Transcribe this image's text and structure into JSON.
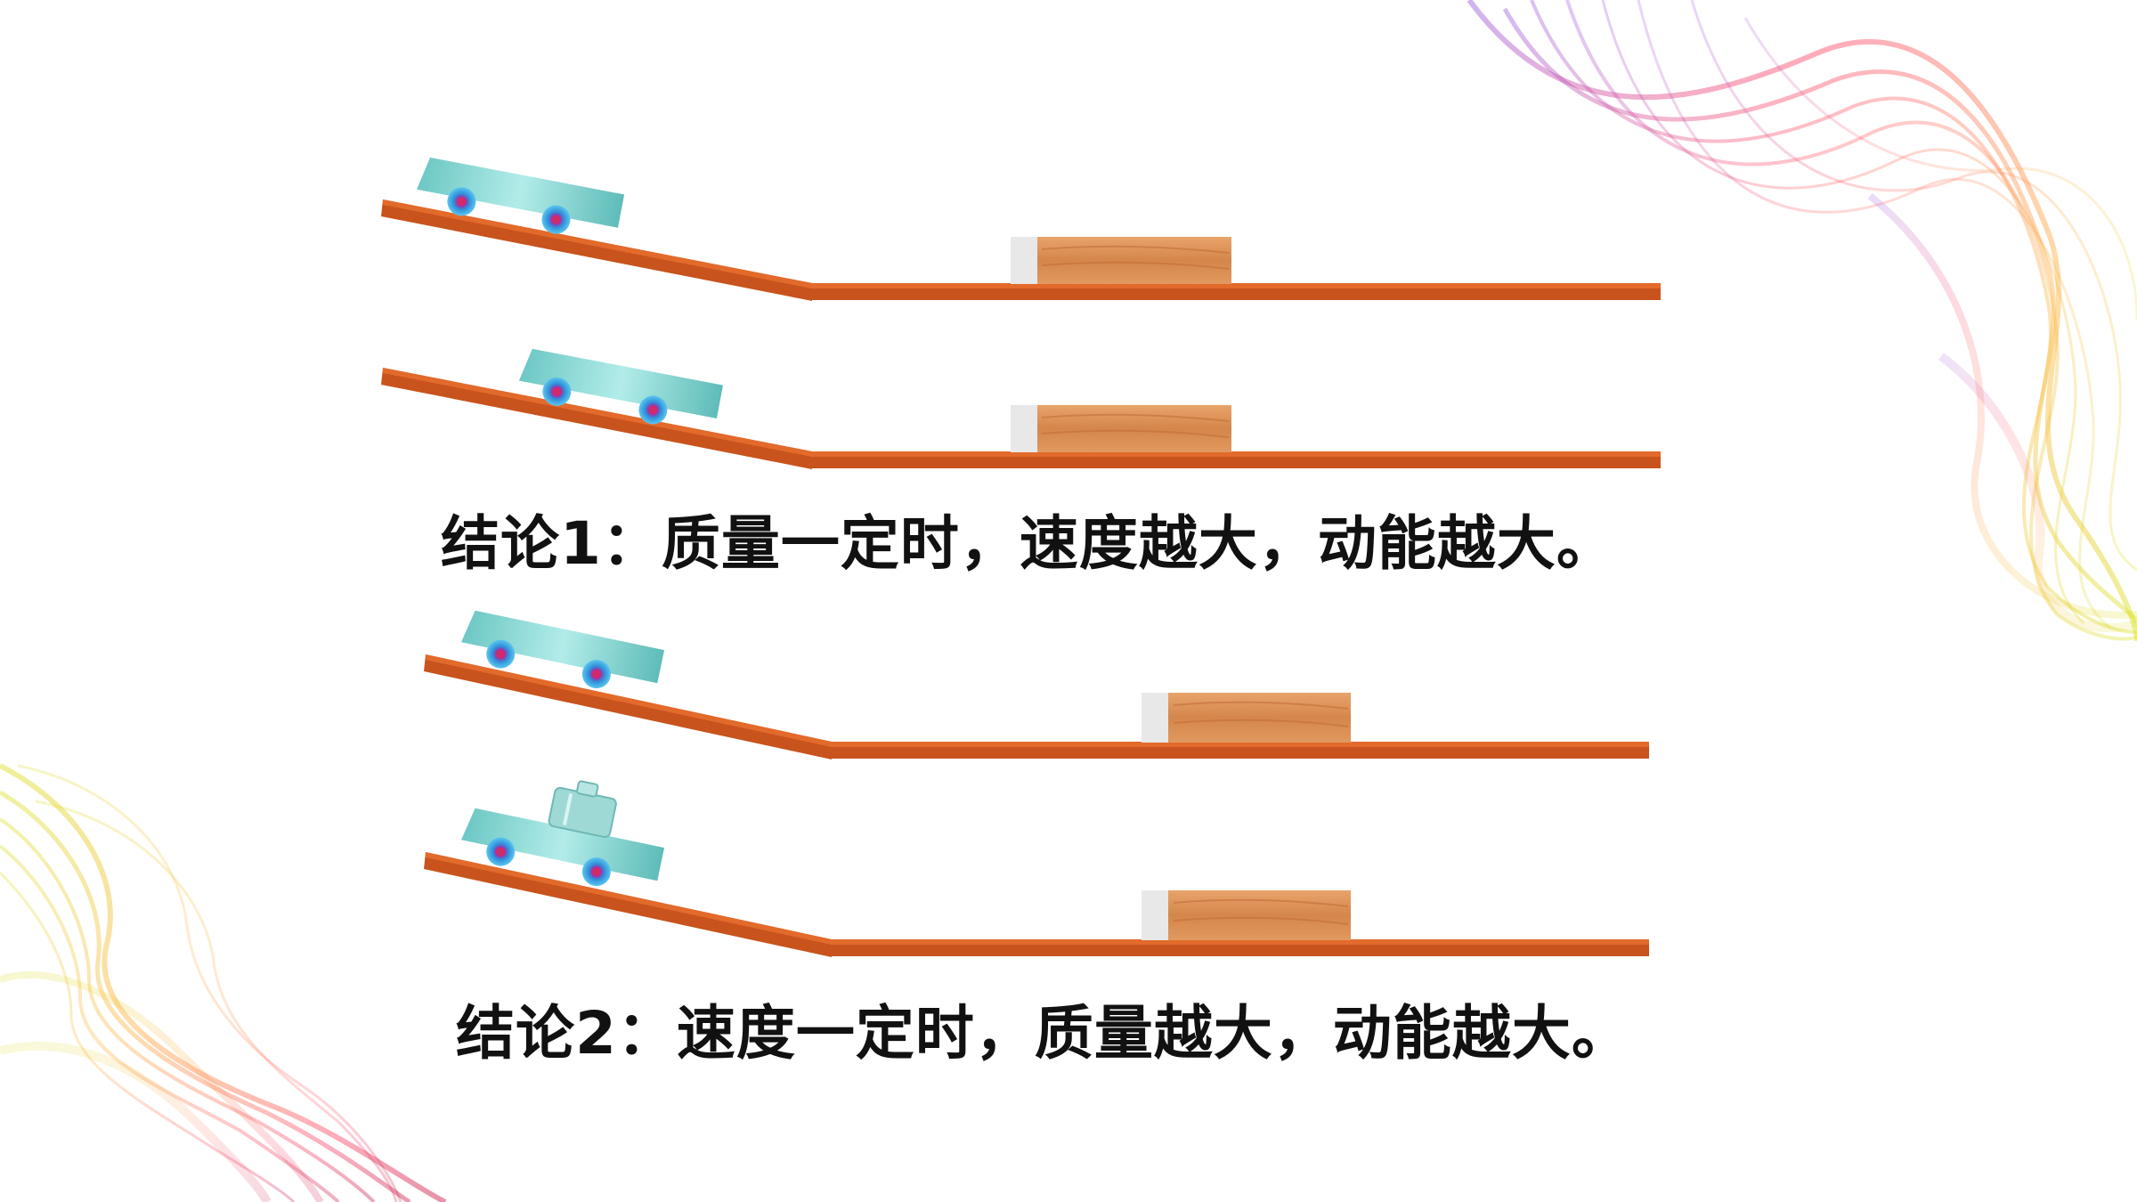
{
  "slide": {
    "background_color": "#ffffff",
    "conclusions": [
      "结论1：质量一定时，速度越大，动能越大。",
      "结论2：速度一定时，质量越大，动能越大。"
    ]
  },
  "colors": {
    "ramp": "#c9531c",
    "ramp_edge": "#8e3208",
    "block": "#d98f55",
    "cart": "#7ed3d0",
    "wheel": "#3aa7e0",
    "wheel_center": "#d1296a",
    "ribbon_red": "#ff4d6d",
    "ribbon_purple": "#9b5de5",
    "ribbon_yellow": "#d9e021",
    "ribbon_orange": "#ffb347"
  },
  "illustrations": [
    {
      "name": "experiment-1",
      "cart": "cart-top-of-ramp",
      "weight": false
    },
    {
      "name": "experiment-2",
      "cart": "cart-lower-on-ramp",
      "weight": false
    },
    {
      "name": "experiment-3",
      "cart": "cart-top-of-ramp",
      "weight": false
    },
    {
      "name": "experiment-4",
      "cart": "cart-top-of-ramp",
      "weight": true
    }
  ],
  "icons": [
    "ribbon-decoration-top-right",
    "ribbon-decoration-bottom-left",
    "cart-icon",
    "wooden-block-icon",
    "weight-icon"
  ]
}
